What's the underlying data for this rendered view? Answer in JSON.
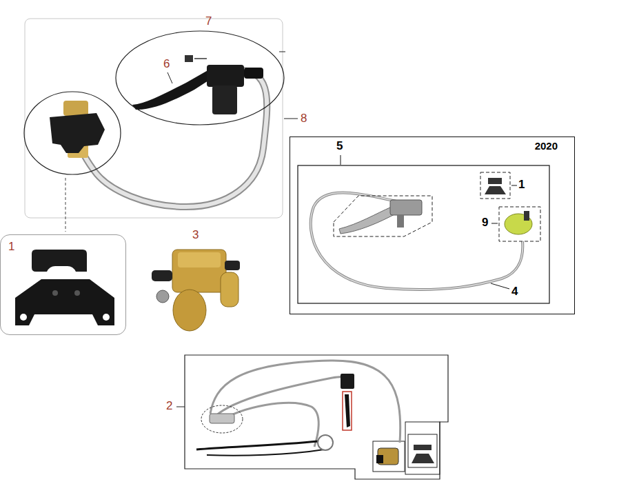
{
  "diagram": {
    "nodes": [
      {
        "text": [
          "2020"
        ]
      },
      {
        "text": [
          "1"
        ]
      }
    ],
    "labels": [
      "7",
      "6",
      "8",
      "3",
      "5",
      "1",
      "9",
      "4",
      "2"
    ]
  }
}
